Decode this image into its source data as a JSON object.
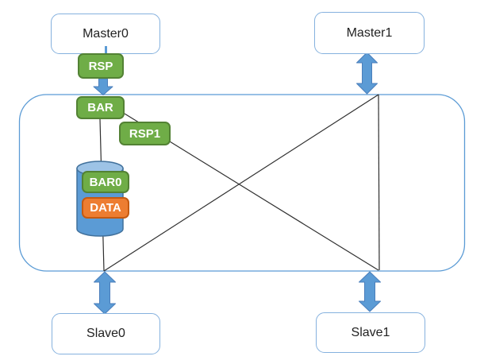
{
  "diagram": {
    "type": "bus-interconnect-diagram",
    "nodes": {
      "master0": "Master0",
      "master1": "Master1",
      "slave0": "Slave0",
      "slave1": "Slave1"
    },
    "chips": {
      "rsp": "RSP",
      "bar": "BAR",
      "rsp1": "RSP1",
      "bar0": "BAR0",
      "data": "DATA"
    },
    "icons": {
      "down_arrow": "solid block arrow pointing down",
      "double_arrow": "vertical double-headed block arrow",
      "cylinder": "database / memory cylinder"
    },
    "colors": {
      "green_fill": "#6FAD47",
      "green_border": "#538234",
      "orange_fill": "#ED7D31",
      "orange_border": "#C55A11",
      "arrow_blue": "#5B9BD5",
      "arrow_edge": "#4A7EBB",
      "cylinder_body": "#5B9BD5",
      "cylinder_top": "#9DC3E6",
      "cylinder_edge": "#41719C",
      "node_border": "#85B1DE",
      "bus_border": "#5B9BD5",
      "line": "#2F2F2F",
      "text_dark": "#222222",
      "text_light": "#FFFFFF"
    }
  }
}
